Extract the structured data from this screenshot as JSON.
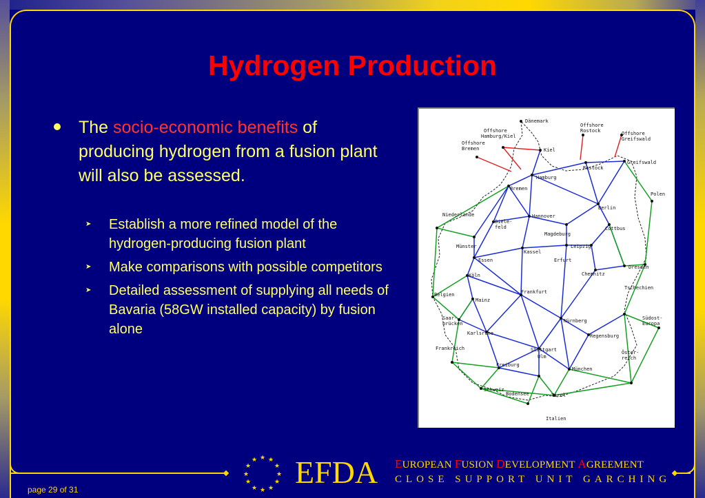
{
  "slide": {
    "title": "Hydrogen Production",
    "main_bullet": {
      "prefix": "The ",
      "highlight": "socio-economic benefits",
      "suffix": " of producing hydrogen from a fusion plant will also be assessed."
    },
    "sub_bullets": [
      "Establish a more refined model of the hydrogen-producing fusion plant",
      "Make comparisons with possible competitors",
      "Detailed assessment of supplying all needs of Bavaria (58GW installed capacity) by fusion alone"
    ],
    "colors": {
      "background": "#00007e",
      "title": "#ff0000",
      "text": "#ffff66",
      "highlight": "#ff3333",
      "accent": "#ffd800"
    }
  },
  "map": {
    "labels": {
      "daenemark": "Dänemark",
      "offshore_hamburg_kiel": "Offshore Hamburg/Kiel",
      "offshore_bremen": "Offshore Bremen",
      "offshore_rostock": "Offshore Rostock",
      "offshore_greifswald": "Offshore Greifswald",
      "kiel": "Kiel",
      "greifswald": "Greifswald",
      "rostock": "Rostock",
      "hamburg": "Hamburg",
      "polen": "Polen",
      "bremen": "Bremen",
      "berlin": "Berlin",
      "niederlande": "Niederlande",
      "bielefeld": "Biele- feld",
      "hannover": "Hannover",
      "cottbus": "Cottbus",
      "magdeburg": "Magdeburg",
      "muenster": "Münster",
      "kassel": "Kassel",
      "leipzig": "Leipzig",
      "essen": "Essen",
      "erfurt": "Erfurt",
      "dresden": "Dresden",
      "koeln": "Köln",
      "chemnitz": "Chemnitz",
      "belgien": "Belgien",
      "frankfurt": "Frankfurt",
      "tschechien": "Tschechien",
      "mainz": "Mainz",
      "saarbruecken": "Saar- brücken",
      "nuernberg": "Nürnberg",
      "suedost_europa": "Südost- Europa",
      "karlsruhe": "Karlsruhe",
      "regensburg": "Regensburg",
      "frankreich": "Frankreich",
      "stuttgart": "Stuttgart",
      "ulm": "Ulm",
      "oesterreich": "Öster- reich",
      "freiburg": "Freiburg",
      "muenchen": "München",
      "schweiz": "Schweiz",
      "bodensee": "Bodensee",
      "tirol": "Tirol",
      "italien": "Italien"
    }
  },
  "footer": {
    "efda": "EFDA",
    "agreement": [
      {
        "cap": "E",
        "rest": "UROPEAN "
      },
      {
        "cap": "F",
        "rest": "USION "
      },
      {
        "cap": "D",
        "rest": "EVELOPMENT "
      },
      {
        "cap": "A",
        "rest": "GREEMENT"
      }
    ],
    "support": "CLOSE SUPPORT UNIT GARCHING",
    "page": "page 29 of 31"
  }
}
